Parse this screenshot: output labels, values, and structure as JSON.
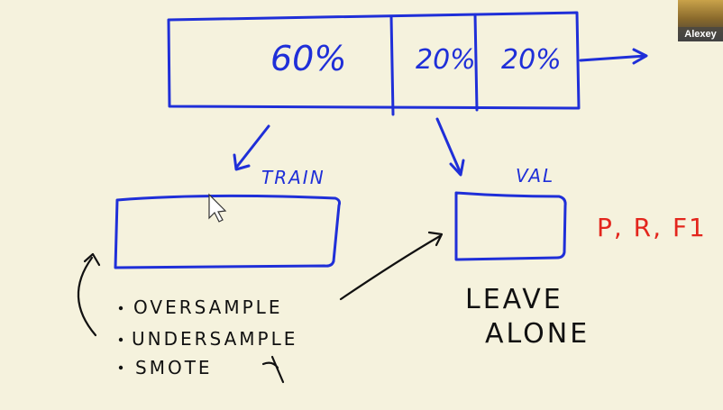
{
  "split": {
    "train_pct": "60%",
    "val_pct": "20%",
    "test_pct": "20%"
  },
  "labels": {
    "train": "TRAIN",
    "val": "VAL",
    "metrics": "P, R, F1"
  },
  "techniques": [
    "OVERSAMPLE",
    "UNDERSAMPLE",
    "SMOTE"
  ],
  "val_note": {
    "line1": "LEAVE",
    "line2": "ALONE"
  },
  "webcam": {
    "name": "Alexey"
  },
  "colors": {
    "background": "#f5f2dd",
    "ink_blue": "#1f2fd8",
    "ink_black": "#111111",
    "ink_red": "#e3261d"
  }
}
